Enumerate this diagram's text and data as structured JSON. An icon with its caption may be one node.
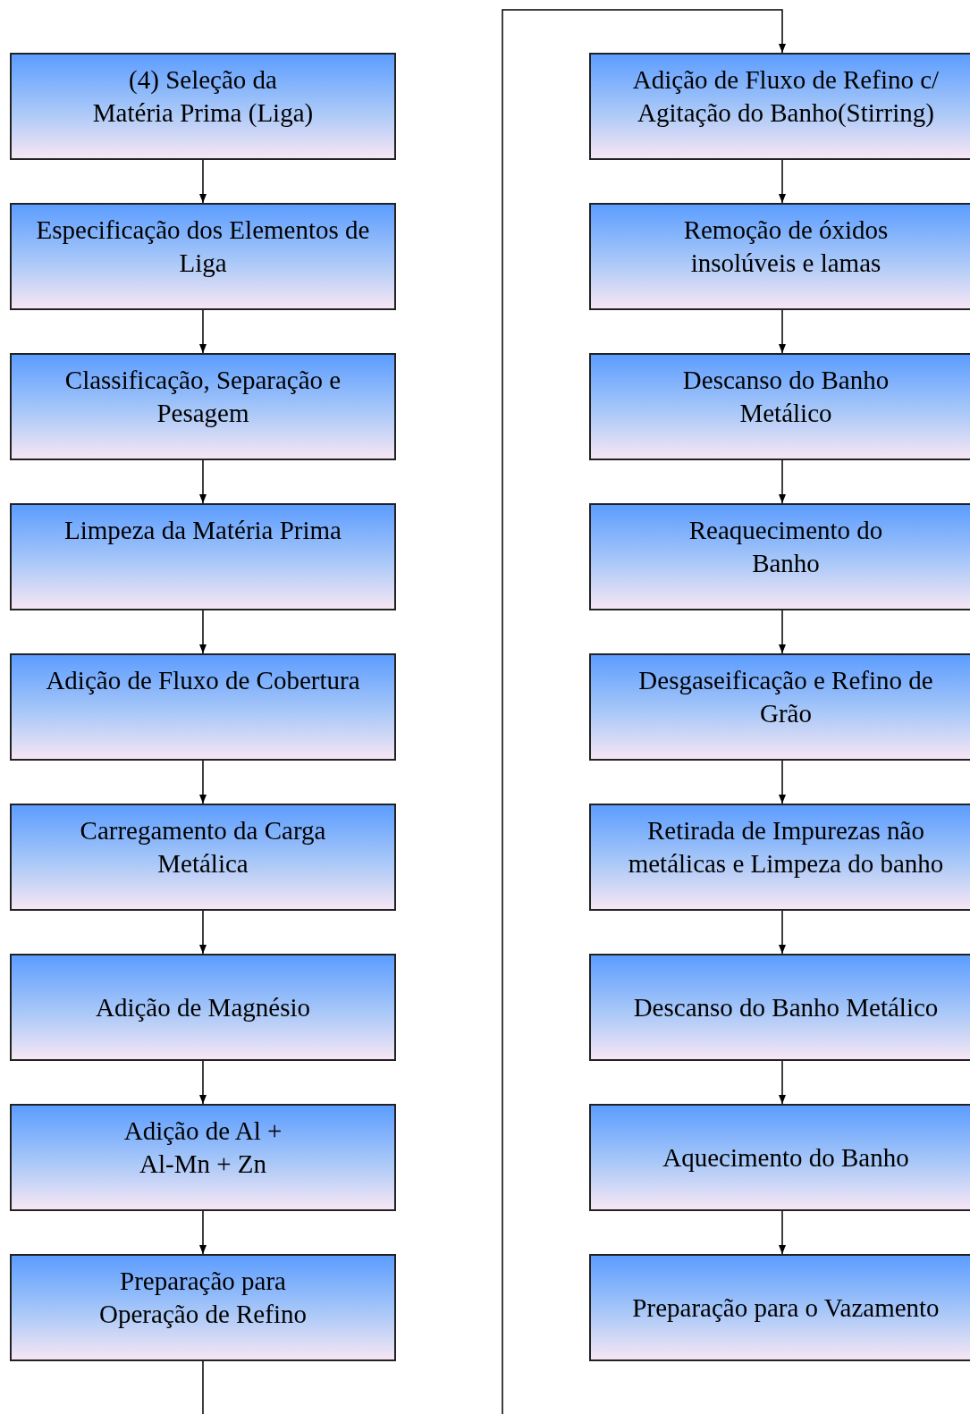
{
  "diagram": {
    "nodes": [
      {
        "text": [
          "(4) Seleção da Matéria Prima (Liga)"
        ]
      },
      {
        "text": [
          "Especificação dos Elementos de Liga"
        ]
      },
      {
        "text": [
          "Classificação, Separação e Pesagem"
        ]
      },
      {
        "text": [
          "Limpeza da Matéria Prima"
        ]
      },
      {
        "text": [
          "Adição de Fluxo de Cobertura"
        ]
      },
      {
        "text": [
          "Carregamento da Carga Metálica"
        ]
      },
      {
        "text": [
          "Adição de Magnésio"
        ]
      },
      {
        "text": [
          "Adição de Al + Al-Mn + Zn"
        ]
      },
      {
        "text": [
          "Preparação para Operação de Refino"
        ]
      },
      {
        "text": [
          "Adição de Fluxo de Refino c/ Agitação do Banho(Stirring)"
        ]
      },
      {
        "text": [
          "Remoção de óxidos insolúveis e lamas"
        ]
      },
      {
        "text": [
          "Descanso do Banho Metálico"
        ]
      },
      {
        "text": [
          "Reaquecimento do Banho"
        ]
      },
      {
        "text": [
          "Desgaseificação e Refino de Grão"
        ]
      },
      {
        "text": [
          "Retirada de Impurezas não metálicas e Limpeza do banho"
        ]
      },
      {
        "text": [
          "Descanso do Banho Metálico"
        ]
      },
      {
        "text": [
          "Aquecimento do Banho"
        ]
      },
      {
        "text": [
          "Preparação para o Vazamento"
        ]
      }
    ],
    "edges": [
      {
        "from": 0,
        "to": 1,
        "arrow": "to"
      },
      {
        "from": 1,
        "to": 2,
        "arrow": "to"
      },
      {
        "from": 2,
        "to": 3,
        "arrow": "to"
      },
      {
        "from": 3,
        "to": 4,
        "arrow": "to"
      },
      {
        "from": 4,
        "to": 5,
        "arrow": "to"
      },
      {
        "from": 5,
        "to": 6,
        "arrow": "to"
      },
      {
        "from": 6,
        "to": 7,
        "arrow": "to"
      },
      {
        "from": 7,
        "to": 8,
        "arrow": "to"
      },
      {
        "from": 8,
        "to": 9,
        "arrow": "to"
      },
      {
        "from": 9,
        "to": 10,
        "arrow": "to"
      },
      {
        "from": 10,
        "to": 11,
        "arrow": "to"
      },
      {
        "from": 11,
        "to": 12,
        "arrow": "to"
      },
      {
        "from": 12,
        "to": 13,
        "arrow": "to"
      },
      {
        "from": 13,
        "to": 14,
        "arrow": "to"
      },
      {
        "from": 14,
        "to": 15,
        "arrow": "to"
      },
      {
        "from": 15,
        "to": 16,
        "arrow": "to"
      },
      {
        "from": 16,
        "to": 17,
        "arrow": "to"
      }
    ]
  }
}
